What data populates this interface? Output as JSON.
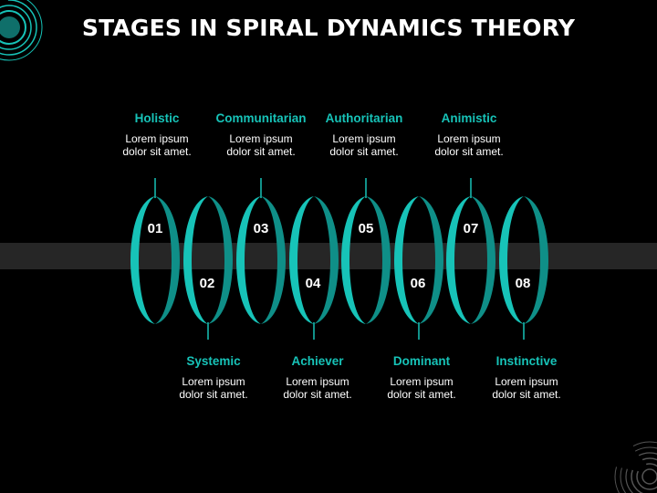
{
  "slide": {
    "title": "STAGES IN SPIRAL DYNAMICS THEORY"
  },
  "colors": {
    "background": "#000000",
    "band": "#262626",
    "accent": "#17c3b8",
    "accent_dark": "#0f8f88",
    "text": "#ffffff"
  },
  "stages": [
    {
      "number": "01",
      "title": "Holistic",
      "desc_line1": "Lorem ipsum",
      "desc_line2": "dolor sit amet."
    },
    {
      "number": "02",
      "title": "Systemic",
      "desc_line1": "Lorem ipsum",
      "desc_line2": "dolor sit amet."
    },
    {
      "number": "03",
      "title": "Communitarian",
      "desc_line1": "Lorem ipsum",
      "desc_line2": "dolor sit amet."
    },
    {
      "number": "04",
      "title": "Achiever",
      "desc_line1": "Lorem ipsum",
      "desc_line2": "dolor sit amet."
    },
    {
      "number": "05",
      "title": "Authoritarian",
      "desc_line1": "Lorem ipsum",
      "desc_line2": "dolor sit amet."
    },
    {
      "number": "06",
      "title": "Dominant",
      "desc_line1": "Lorem ipsum",
      "desc_line2": "dolor sit amet."
    },
    {
      "number": "07",
      "title": "Animistic",
      "desc_line1": "Lorem ipsum",
      "desc_line2": "dolor sit amet."
    },
    {
      "number": "08",
      "title": "Instinctive",
      "desc_line1": "Lorem ipsum",
      "desc_line2": "dolor sit amet."
    }
  ]
}
